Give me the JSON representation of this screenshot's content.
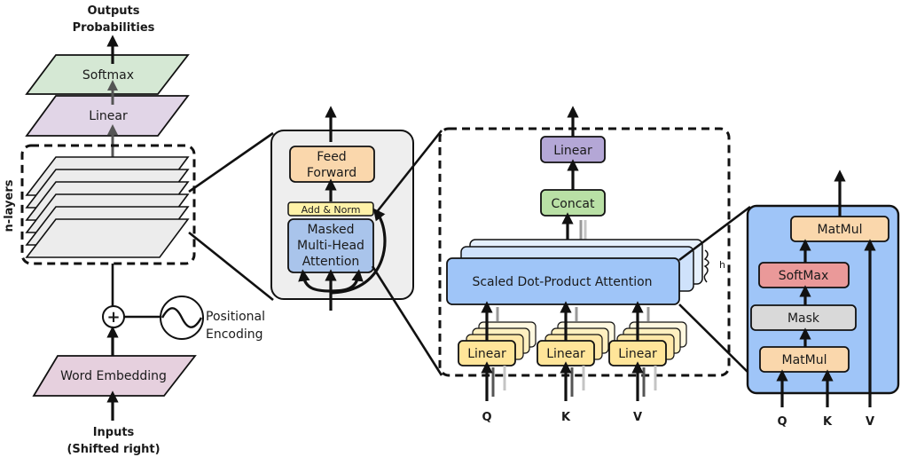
{
  "decoder_stack": {
    "output_label_line1": "Outputs",
    "output_label_line2": "Probabilities",
    "softmax_label": "Softmax",
    "linear_label": "Linear",
    "n_layers_label": "n-layers",
    "positional_encoding_line1": "Positional",
    "positional_encoding_line2": "Encoding",
    "word_embedding_label": "Word Embedding",
    "inputs_line1": "Inputs",
    "inputs_line2": "(Shifted right)",
    "plus_symbol": "+"
  },
  "decoder_layer": {
    "feed_forward_line1": "Feed",
    "feed_forward_line2": "Forward",
    "add_norm_label": "Add & Norm",
    "attention_line1": "Masked",
    "attention_line2": "Multi-Head",
    "attention_line3": "Attention"
  },
  "multi_head": {
    "linear_out_label": "Linear",
    "concat_label": "Concat",
    "sdpa_label": "Scaled Dot-Product Attention",
    "heads_label": "h",
    "linear_q_label": "Linear",
    "linear_k_label": "Linear",
    "linear_v_label": "Linear",
    "q_label": "Q",
    "k_label": "K",
    "v_label": "V"
  },
  "scaled_dot_product": {
    "matmul_top_label": "MatMul",
    "softmax_label": "SoftMax",
    "mask_label": "Mask",
    "matmul_bottom_label": "MatMul",
    "q_label": "Q",
    "k_label": "K",
    "v_label": "V"
  },
  "colors": {
    "softmax_green": "#d5e8d4",
    "linear_purple": "#e1d5e7",
    "layer_gray": "#ececec",
    "embedding_pink": "#e6d0de",
    "feed_forward_orange": "#fad7ac",
    "add_norm_yellow": "#fff2a8",
    "attention_blue": "#a9c4eb",
    "concat_green": "#b9e0a5",
    "linear_out_purple": "#b4a7d6",
    "sdpa_blue": "#9fc5f8",
    "linear_yellow": "#ffe599",
    "softmax_red": "#ea9999",
    "mask_gray": "#d9d9d9",
    "panel_blue": "#9fc5f8"
  }
}
